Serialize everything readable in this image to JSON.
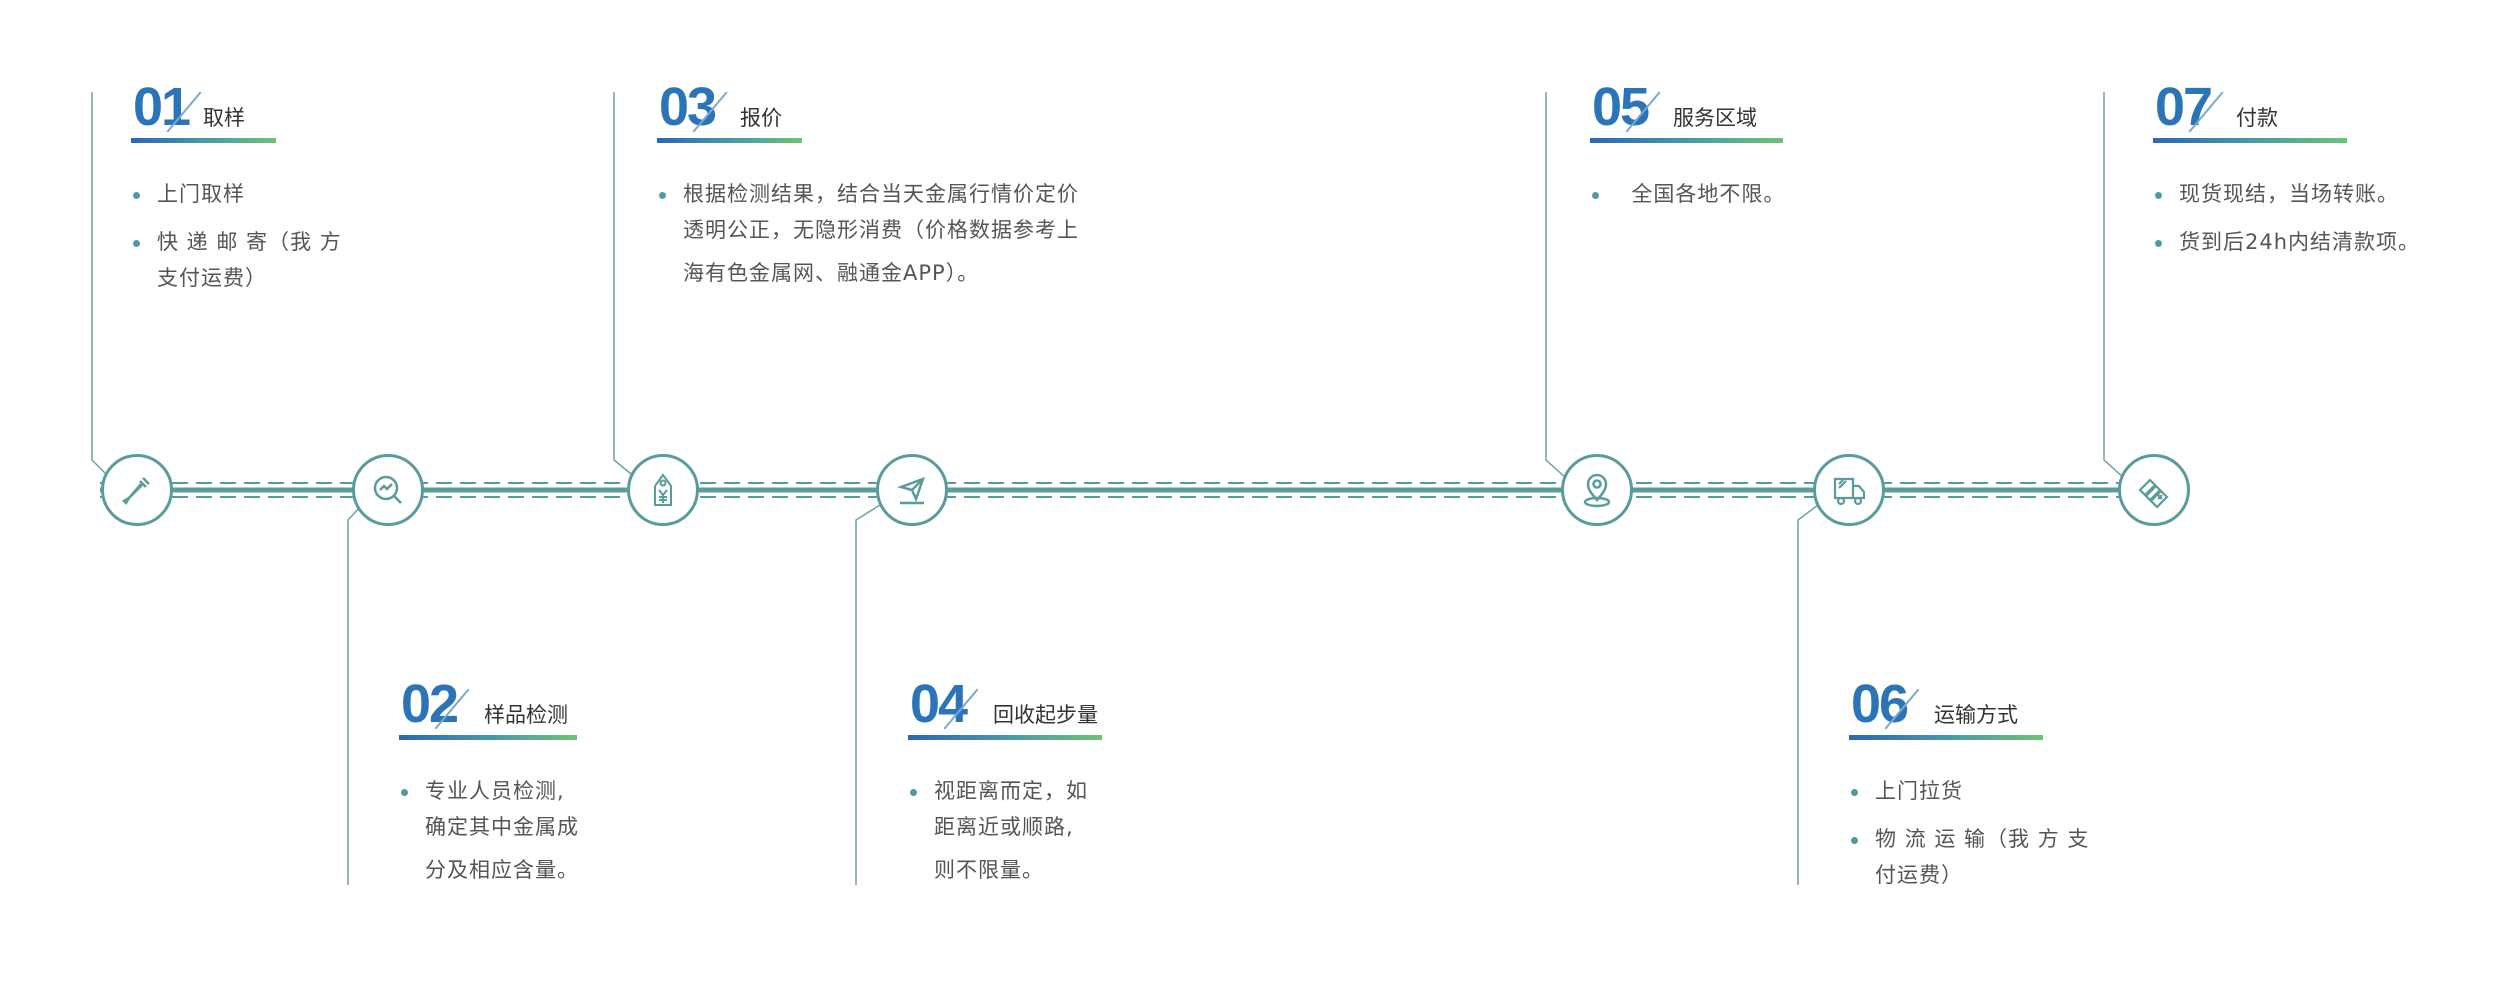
{
  "colors": {
    "teal": "#5a9c9c",
    "blue": "#2b74b7",
    "green": "#6cc472"
  },
  "steps": [
    {
      "num": "01",
      "title": "取样",
      "icon": "dropper-icon",
      "bullets": [
        [
          "上门取样"
        ],
        [
          "快 递 邮 寄（我 方",
          "支付运费）"
        ]
      ]
    },
    {
      "num": "02",
      "title": "样品检测",
      "icon": "search-chart-icon",
      "bullets": [
        [
          "专业人员检测,",
          "确定其中金属成",
          "分及相应含量。"
        ]
      ]
    },
    {
      "num": "03",
      "title": "报价",
      "icon": "price-tag-icon",
      "bullets": [
        [
          "根据检测结果，结合当天金属行情价定价",
          "透明公正，无隐形消费（价格数据参考上",
          "海有色金属网、融通金APP）。"
        ]
      ]
    },
    {
      "num": "04",
      "title": "回收起步量",
      "icon": "send-icon",
      "bullets": [
        [
          "视距离而定，如",
          "距离近或顺路,",
          "则不限量。"
        ]
      ]
    },
    {
      "num": "05",
      "title": "服务区域",
      "icon": "location-pin-icon",
      "bullets": [
        [
          "  全国各地不限。"
        ]
      ]
    },
    {
      "num": "06",
      "title": "运输方式",
      "icon": "truck-icon",
      "bullets": [
        [
          "上门拉货"
        ],
        [
          "物 流 运 输（我 方 支",
          "付运费）"
        ]
      ]
    },
    {
      "num": "07",
      "title": "付款",
      "icon": "cash-icon",
      "bullets": [
        [
          "现货现结，当场转账。"
        ],
        [
          "货到后24h内结清款项。"
        ]
      ]
    }
  ]
}
